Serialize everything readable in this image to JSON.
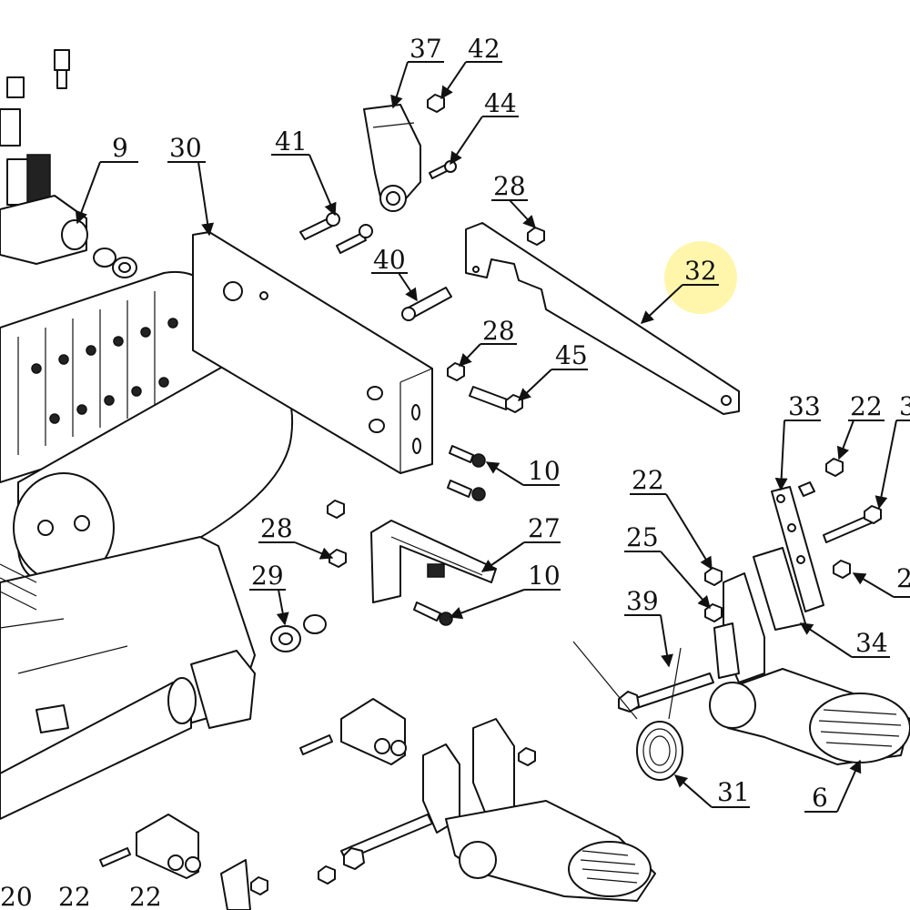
{
  "highlight": {
    "callout": "32",
    "color": "#fff59d"
  },
  "callouts": [
    "37",
    "42",
    "44",
    "9",
    "30",
    "41",
    "28",
    "32",
    "40",
    "28",
    "45",
    "10",
    "33",
    "22",
    "3",
    "22",
    "25",
    "27",
    "28",
    "10",
    "29",
    "39",
    "2",
    "34",
    "31",
    "6",
    "20",
    "22",
    "22"
  ]
}
